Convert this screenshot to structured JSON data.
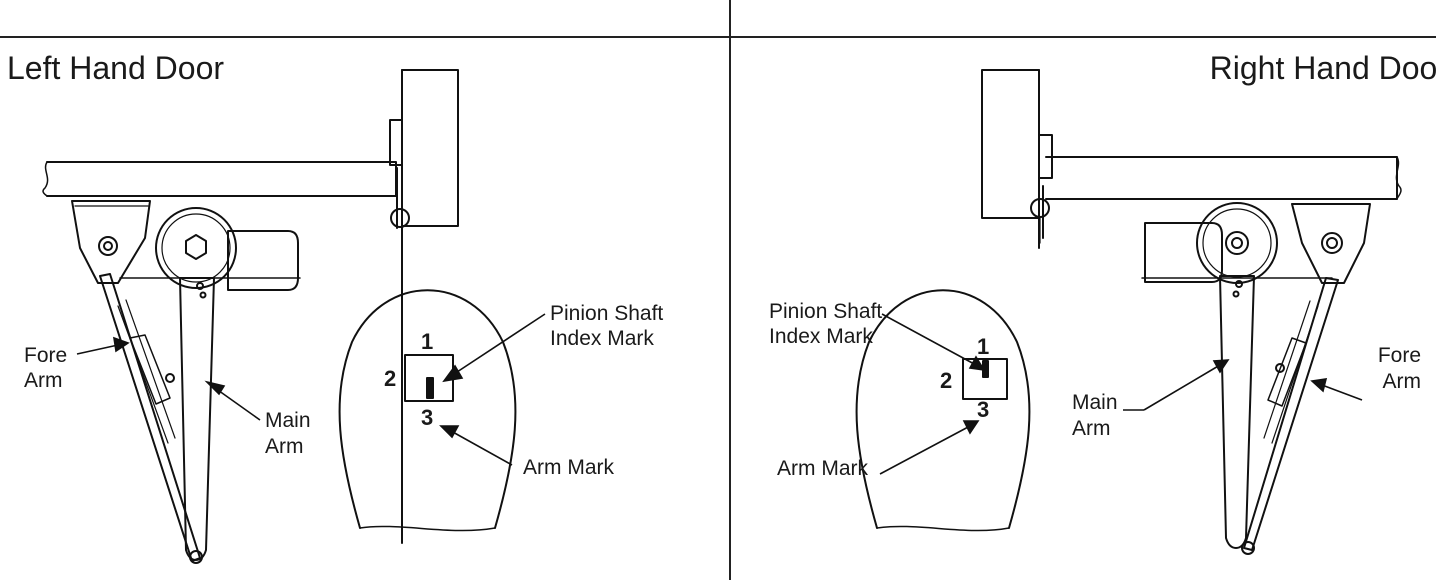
{
  "left": {
    "title": "Left Hand Door",
    "labels": {
      "fore_arm_1": "Fore",
      "fore_arm_2": "Arm",
      "main_arm_1": "Main",
      "main_arm_2": "Arm",
      "pinion_1": "Pinion Shaft",
      "pinion_2": "Index Mark",
      "arm_mark": "Arm Mark"
    },
    "numbers": [
      "1",
      "2",
      "3"
    ]
  },
  "right": {
    "title": "Right Hand Door",
    "labels": {
      "fore_arm_1": "Fore",
      "fore_arm_2": "Arm",
      "main_arm_1": "Main",
      "main_arm_2": "Arm",
      "pinion_1": "Pinion Shaft",
      "pinion_2": "Index Mark",
      "arm_mark": "Arm Mark"
    },
    "numbers": [
      "1",
      "2",
      "3"
    ]
  }
}
